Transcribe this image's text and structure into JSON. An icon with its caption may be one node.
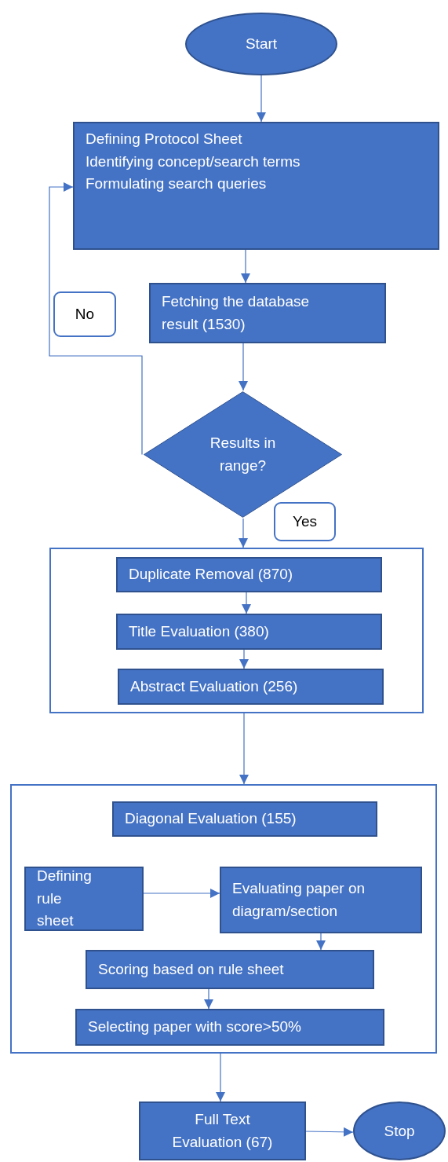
{
  "diagram": {
    "nodes": [
      {
        "text": [
          "Start"
        ]
      },
      {
        "text": [
          "Defining Protocol Sheet",
          "Identifying concept/search terms",
          "Formulating search queries"
        ]
      },
      {
        "text": [
          "Fetching the database result (1530)"
        ]
      },
      {
        "text": [
          "Results in range?"
        ]
      },
      {
        "text": [
          "No"
        ]
      },
      {
        "text": [
          "Yes"
        ]
      },
      {
        "text": [],
        "shape": "box"
      },
      {
        "text": [
          "Duplicate Removal (870)"
        ],
        "in": 6
      },
      {
        "text": [
          "Title Evaluation (380)"
        ],
        "in": 6
      },
      {
        "text": [
          "Abstract Evaluation (256)"
        ],
        "in": 6
      },
      {
        "text": [],
        "shape": "box"
      },
      {
        "text": [
          "Diagonal Evaluation (155)"
        ],
        "in": 10
      },
      {
        "text": [
          "Defining rule sheet"
        ],
        "in": 10
      },
      {
        "text": [
          "Evaluating paper on diagram/section"
        ],
        "in": 10
      },
      {
        "text": [
          "Scoring based on rule sheet"
        ],
        "in": 10
      },
      {
        "text": [
          "Selecting paper with score>50%"
        ],
        "in": 10
      },
      {
        "text": [
          "Full Text Evaluation (67)"
        ]
      },
      {
        "text": [
          "Stop"
        ]
      }
    ],
    "edges": [
      {
        "from": 0,
        "to": 1,
        "arrow": "to"
      },
      {
        "from": 1,
        "to": 2,
        "arrow": "to"
      },
      {
        "from": 2,
        "to": 3,
        "arrow": "to"
      },
      {
        "from": 3,
        "to": 1,
        "arrow": "to"
      },
      {
        "from": 3,
        "to": 6,
        "arrow": "to"
      },
      {
        "from": 7,
        "to": 8,
        "arrow": "to"
      },
      {
        "from": 8,
        "to": 9,
        "arrow": "to"
      },
      {
        "from": 6,
        "to": 10,
        "arrow": "to"
      },
      {
        "from": 12,
        "to": 13,
        "arrow": "to"
      },
      {
        "from": 13,
        "to": 14,
        "arrow": "to"
      },
      {
        "from": 14,
        "to": 15,
        "arrow": "to"
      },
      {
        "from": 10,
        "to": 16,
        "arrow": "to"
      },
      {
        "from": 16,
        "to": 17,
        "arrow": "to"
      }
    ]
  }
}
